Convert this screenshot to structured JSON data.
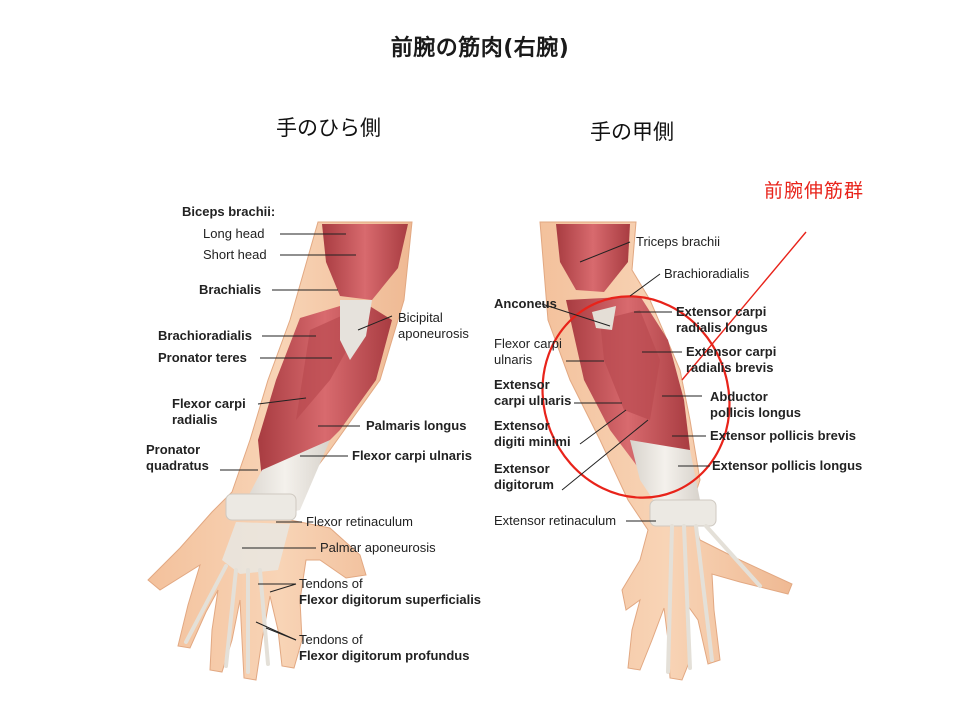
{
  "title": "前腕の筋肉(右腕)",
  "views": {
    "palm": "手のひら側",
    "back": "手の甲側"
  },
  "annotation": {
    "text": "前腕伸筋群",
    "color": "#e8231a"
  },
  "colors": {
    "muscle": "#c9545a",
    "muscle_dark": "#9e3439",
    "skin": "#f5c8a3",
    "tendon": "#e9e6e0",
    "bone": "#efe3cf"
  },
  "palm_labels": {
    "biceps": "Biceps brachii:",
    "long_head": "Long head",
    "short_head": "Short head",
    "brachialis": "Brachialis",
    "bicipital_1": "Bicipital",
    "bicipital_2": "aponeurosis",
    "brachioradialis": "Brachioradialis",
    "pronator_teres": "Pronator teres",
    "fcr_1": "Flexor carpi",
    "fcr_2": "radialis",
    "palmaris": "Palmaris longus",
    "pq_1": "Pronator",
    "pq_2": "quadratus",
    "fcu": "Flexor carpi ulnaris",
    "flexor_ret": "Flexor retinaculum",
    "palmar_apo": "Palmar aponeurosis",
    "fds_1": "Tendons of",
    "fds_2": "Flexor digitorum superficialis",
    "fdp_1": "Tendons of",
    "fdp_2": "Flexor digitorum profundus"
  },
  "back_labels": {
    "triceps": "Triceps brachii",
    "brachioradialis": "Brachioradialis",
    "anconeus": "Anconeus",
    "ecrl_1": "Extensor carpi",
    "ecrl_2": "radialis longus",
    "fcu_1": "Flexor carpi",
    "fcu_2": "ulnaris",
    "ecrb_1": "Extensor carpi",
    "ecrb_2": "radialis brevis",
    "ecu_1": "Extensor",
    "ecu_2": "carpi ulnaris",
    "apl_1": "Abductor",
    "apl_2": "pollicis longus",
    "edm_1": "Extensor",
    "edm_2": "digiti minimi",
    "epb": "Extensor pollicis brevis",
    "ed_1": "Extensor",
    "ed_2": "digitorum",
    "epl": "Extensor pollicis longus",
    "ext_ret": "Extensor retinaculum"
  }
}
